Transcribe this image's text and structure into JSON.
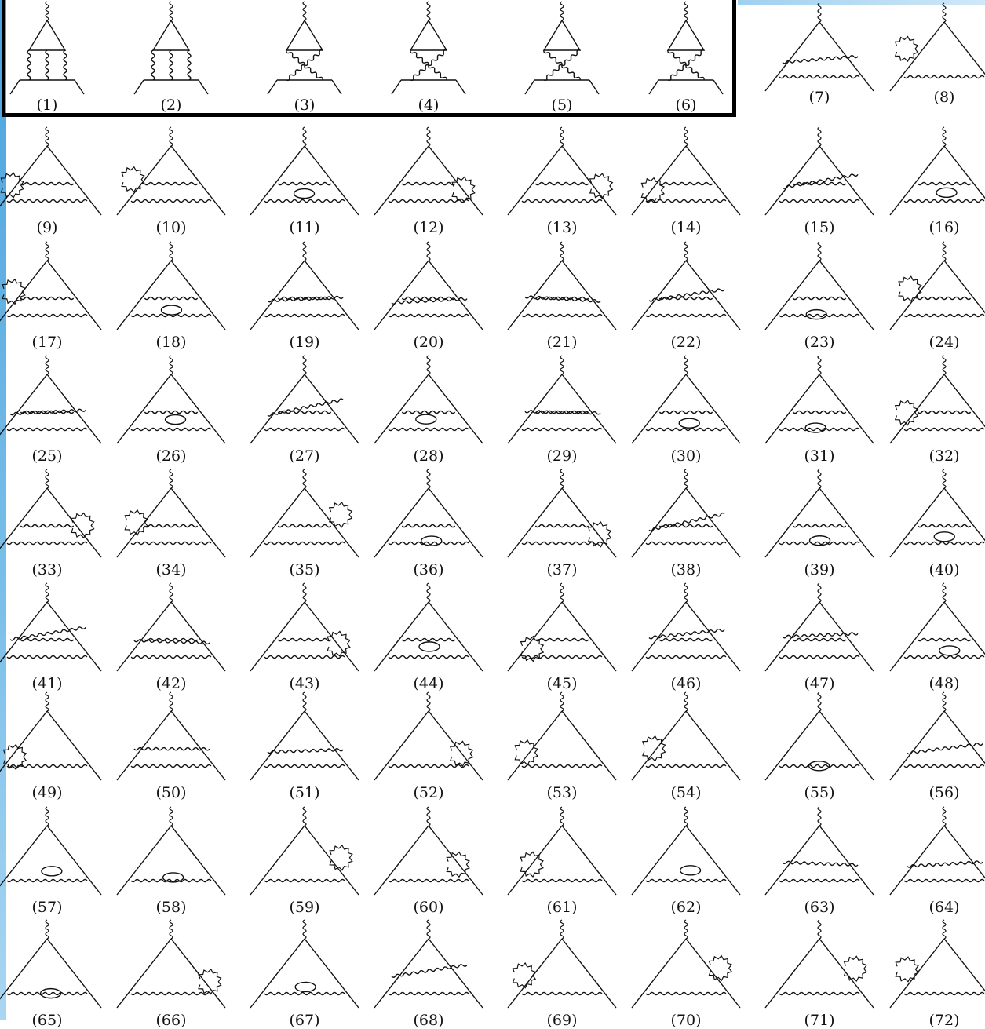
{
  "diagrams": [
    {
      "label": "(1)",
      "kind": "box"
    },
    {
      "label": "(2)",
      "kind": "box"
    },
    {
      "label": "(3)",
      "kind": "crossed"
    },
    {
      "label": "(4)",
      "kind": "crossed"
    },
    {
      "label": "(5)",
      "kind": "crossed"
    },
    {
      "label": "(6)",
      "kind": "crossed"
    },
    {
      "label": "(7)",
      "kind": "vertex"
    },
    {
      "label": "(8)",
      "kind": "vertex"
    },
    {
      "label": "(9)",
      "kind": "vertex"
    },
    {
      "label": "(10)",
      "kind": "vertex"
    },
    {
      "label": "(11)",
      "kind": "vertex"
    },
    {
      "label": "(12)",
      "kind": "vertex"
    },
    {
      "label": "(13)",
      "kind": "vertex"
    },
    {
      "label": "(14)",
      "kind": "vertex"
    },
    {
      "label": "(15)",
      "kind": "vertex"
    },
    {
      "label": "(16)",
      "kind": "vertex"
    },
    {
      "label": "(17)",
      "kind": "vertex"
    },
    {
      "label": "(18)",
      "kind": "vertex"
    },
    {
      "label": "(19)",
      "kind": "vertex"
    },
    {
      "label": "(20)",
      "kind": "vertex"
    },
    {
      "label": "(21)",
      "kind": "vertex"
    },
    {
      "label": "(22)",
      "kind": "vertex"
    },
    {
      "label": "(23)",
      "kind": "vertex"
    },
    {
      "label": "(24)",
      "kind": "vertex"
    },
    {
      "label": "(25)",
      "kind": "vertex"
    },
    {
      "label": "(26)",
      "kind": "vertex"
    },
    {
      "label": "(27)",
      "kind": "vertex"
    },
    {
      "label": "(28)",
      "kind": "vertex"
    },
    {
      "label": "(29)",
      "kind": "vertex"
    },
    {
      "label": "(30)",
      "kind": "vertex"
    },
    {
      "label": "(31)",
      "kind": "vertex"
    },
    {
      "label": "(32)",
      "kind": "vertex"
    },
    {
      "label": "(33)",
      "kind": "vertex"
    },
    {
      "label": "(34)",
      "kind": "vertex"
    },
    {
      "label": "(35)",
      "kind": "vertex"
    },
    {
      "label": "(36)",
      "kind": "vertex"
    },
    {
      "label": "(37)",
      "kind": "vertex"
    },
    {
      "label": "(38)",
      "kind": "vertex"
    },
    {
      "label": "(39)",
      "kind": "vertex"
    },
    {
      "label": "(40)",
      "kind": "vertex"
    },
    {
      "label": "(41)",
      "kind": "vertex"
    },
    {
      "label": "(42)",
      "kind": "vertex"
    },
    {
      "label": "(43)",
      "kind": "vertex"
    },
    {
      "label": "(44)",
      "kind": "vertex"
    },
    {
      "label": "(45)",
      "kind": "vertex"
    },
    {
      "label": "(46)",
      "kind": "vertex"
    },
    {
      "label": "(47)",
      "kind": "vertex"
    },
    {
      "label": "(48)",
      "kind": "vertex"
    },
    {
      "label": "(49)",
      "kind": "vertex"
    },
    {
      "label": "(50)",
      "kind": "vertex"
    },
    {
      "label": "(51)",
      "kind": "vertex"
    },
    {
      "label": "(52)",
      "kind": "vertex"
    },
    {
      "label": "(53)",
      "kind": "vertex"
    },
    {
      "label": "(54)",
      "kind": "vertex"
    },
    {
      "label": "(55)",
      "kind": "vertex"
    },
    {
      "label": "(56)",
      "kind": "vertex"
    },
    {
      "label": "(57)",
      "kind": "vertex"
    },
    {
      "label": "(58)",
      "kind": "vertex"
    },
    {
      "label": "(59)",
      "kind": "vertex"
    },
    {
      "label": "(60)",
      "kind": "vertex"
    },
    {
      "label": "(61)",
      "kind": "vertex"
    },
    {
      "label": "(62)",
      "kind": "vertex"
    },
    {
      "label": "(63)",
      "kind": "vertex"
    },
    {
      "label": "(64)",
      "kind": "vertex"
    },
    {
      "label": "(65)",
      "kind": "vertex"
    },
    {
      "label": "(66)",
      "kind": "vertex"
    },
    {
      "label": "(67)",
      "kind": "vertex"
    },
    {
      "label": "(68)",
      "kind": "vertex"
    },
    {
      "label": "(69)",
      "kind": "vertex"
    },
    {
      "label": "(70)",
      "kind": "vertex"
    },
    {
      "label": "(71)",
      "kind": "vertex"
    },
    {
      "label": "(72)",
      "kind": "vertex"
    }
  ],
  "highlight": {
    "label_range": [
      "(1)",
      "(6)"
    ],
    "color": "#000000"
  },
  "colors": {
    "line": "#111111",
    "frame_accent": "#4aa3dd"
  }
}
